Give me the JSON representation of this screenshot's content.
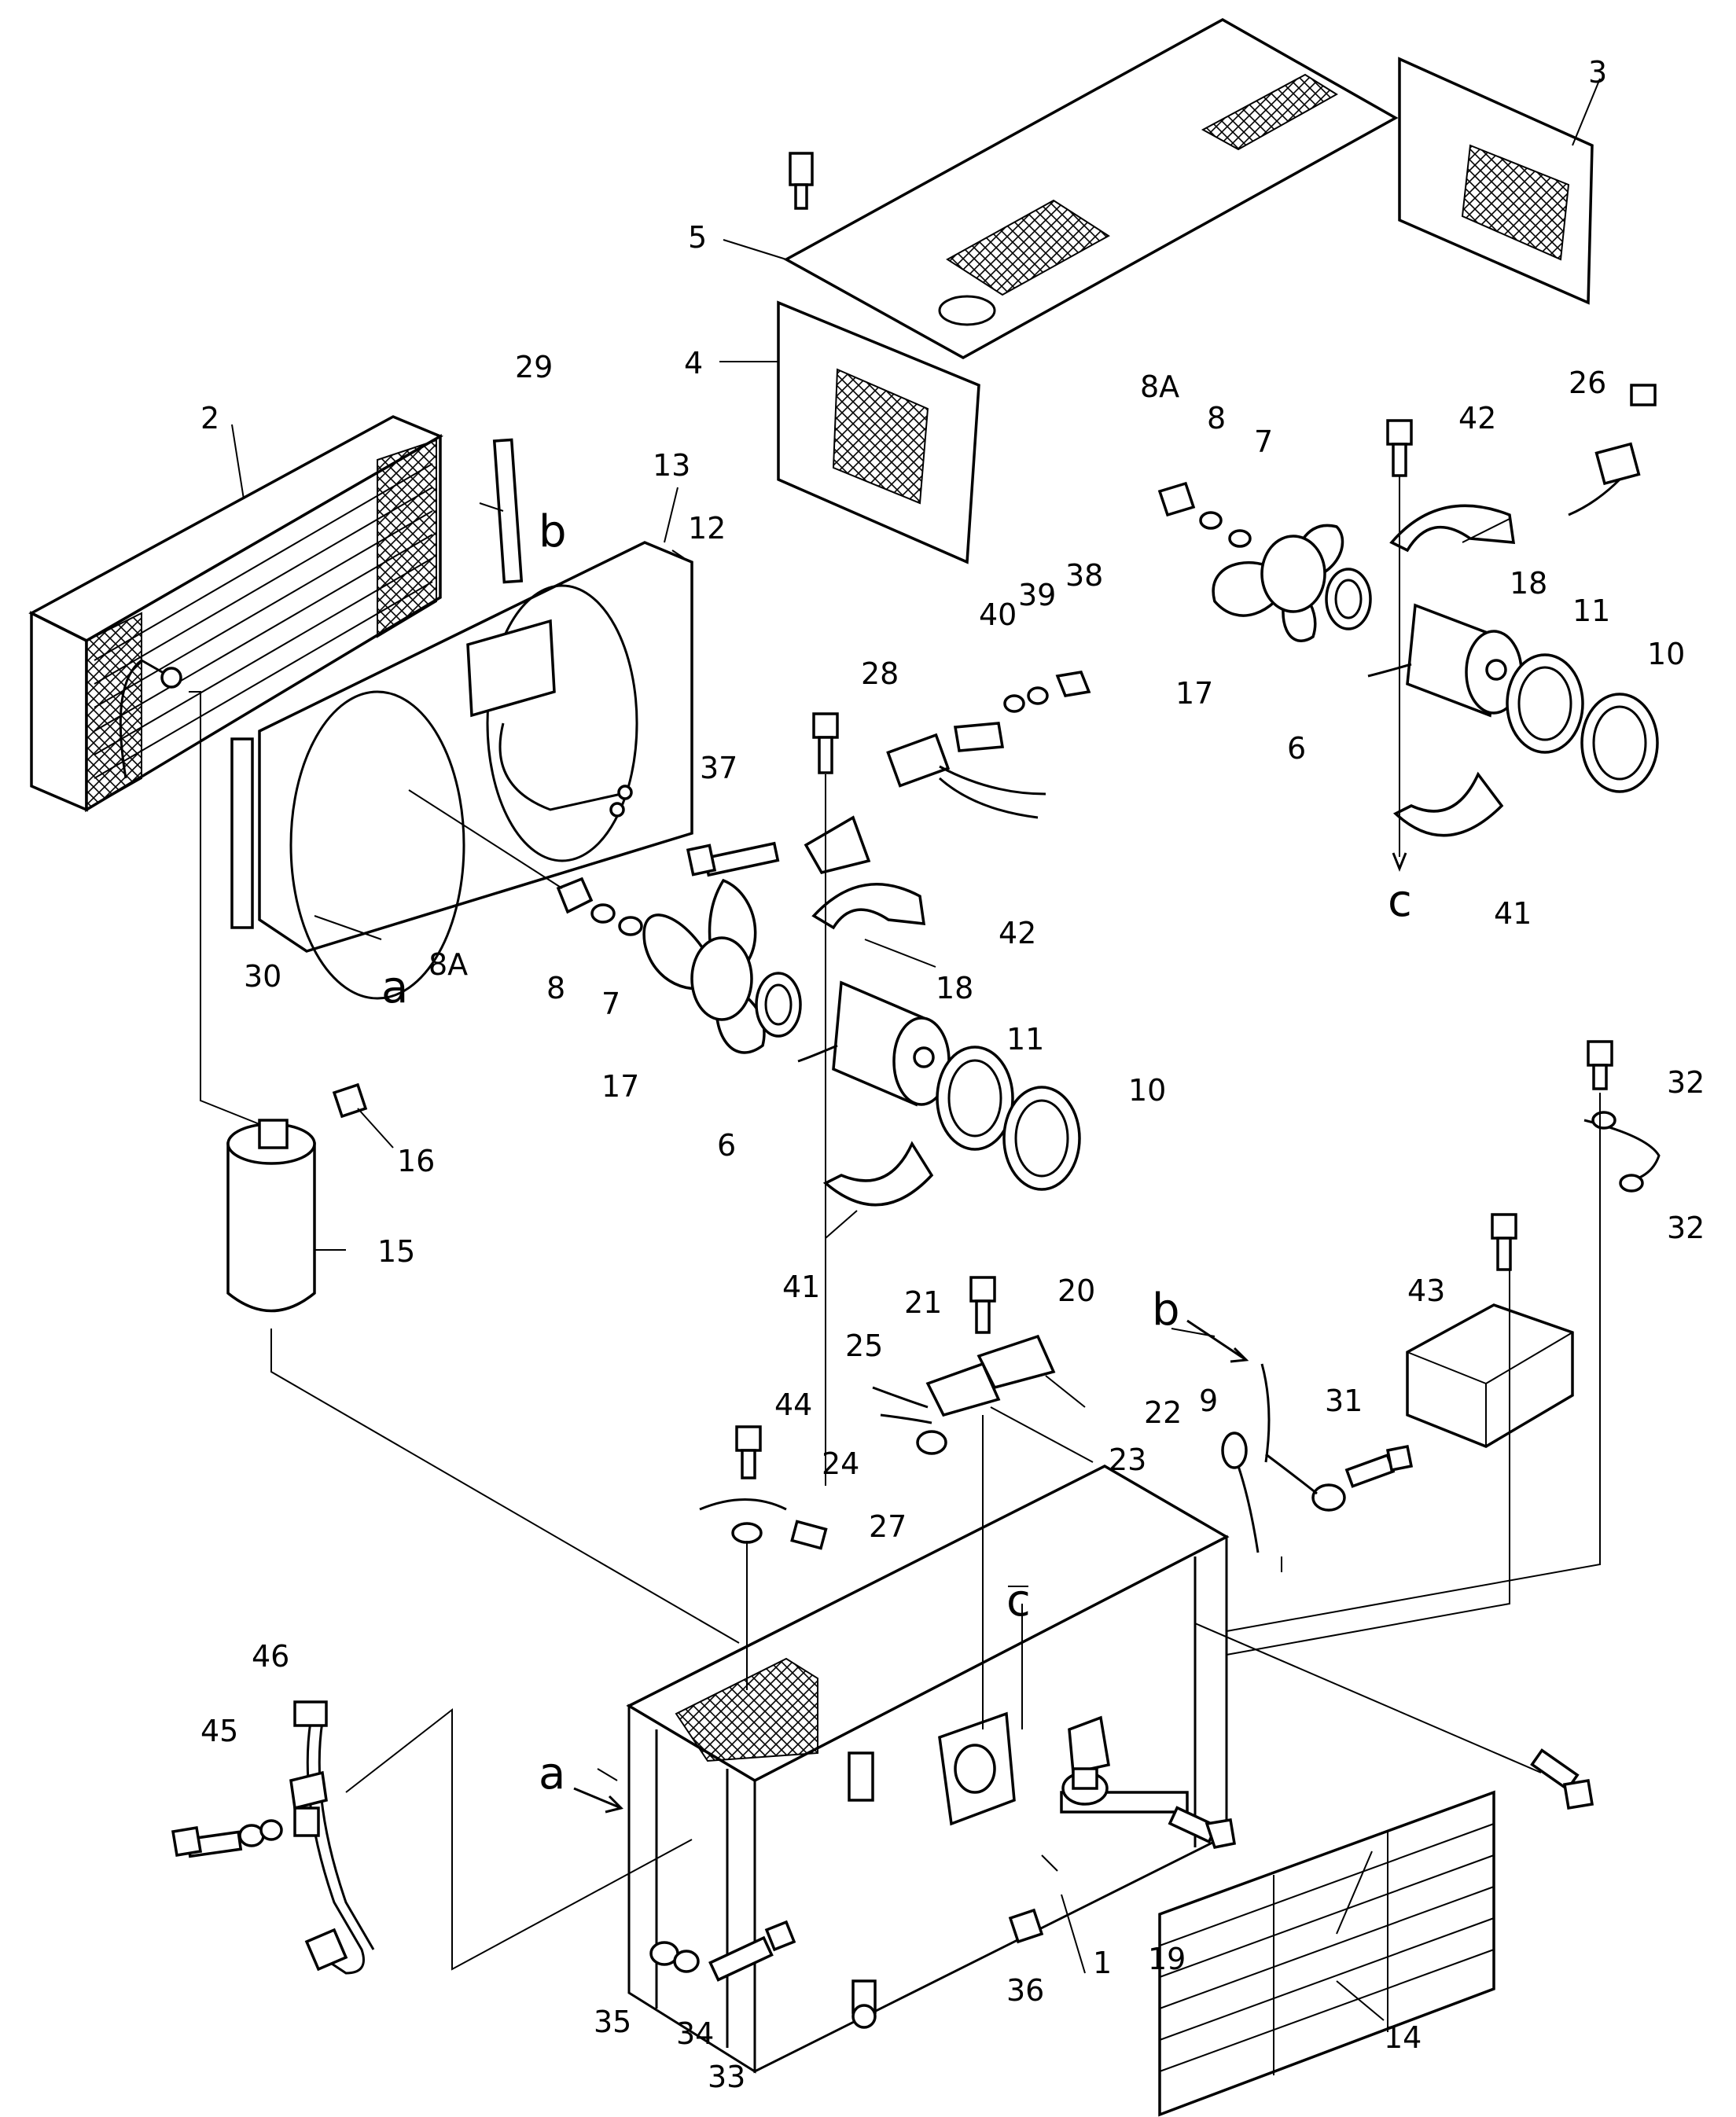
{
  "callouts": [
    "1",
    "2",
    "3",
    "4",
    "5",
    "6",
    "6",
    "7",
    "7",
    "8",
    "8",
    "8A",
    "8A",
    "9",
    "10",
    "10",
    "11",
    "11",
    "12",
    "13",
    "14",
    "15",
    "16",
    "17",
    "17",
    "18",
    "18",
    "19",
    "20",
    "21",
    "22",
    "23",
    "24",
    "25",
    "26",
    "27",
    "28",
    "29",
    "30",
    "31",
    "32",
    "32",
    "33",
    "34",
    "35",
    "36",
    "37",
    "38",
    "39",
    "40",
    "41",
    "41",
    "42",
    "42",
    "43",
    "44",
    "45",
    "46"
  ],
  "connector_letters": [
    "a",
    "a",
    "b",
    "b",
    "c",
    "c"
  ]
}
